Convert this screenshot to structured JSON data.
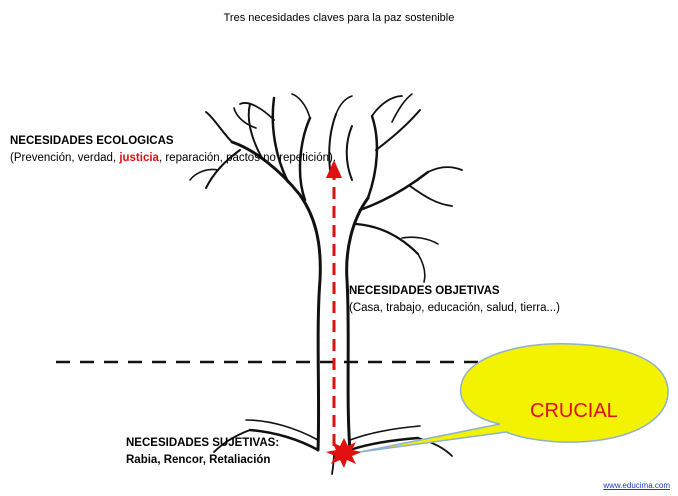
{
  "title": "Tres necesidades claves para la paz sostenible",
  "ecologicas": {
    "heading": "NECESIDADES ECOLOGICAS",
    "text_before": "(Prevención, verdad, ",
    "highlight": "justicia",
    "text_after": ", reparación, pactos no repetición)."
  },
  "objetivas": {
    "heading": "NECESIDADES OBJETIVAS",
    "text": "(Casa, trabajo, educación, salud, tierra...)"
  },
  "subjetivas": {
    "heading": "NECESIDADES SUJETIVAS:",
    "text": "Rabia, Rencor, Retaliación"
  },
  "callout": {
    "label": "CRUCIAL"
  },
  "footer": {
    "link": "www.educima.com"
  },
  "colors": {
    "accent": "#e01010",
    "callout_fill": "#f3f200",
    "callout_border": "#8fb0cf",
    "link": "#1a3ccf"
  },
  "icons": {
    "tree": "tree-icon",
    "burst": "burst-icon",
    "arrow": "arrow-up-icon"
  }
}
